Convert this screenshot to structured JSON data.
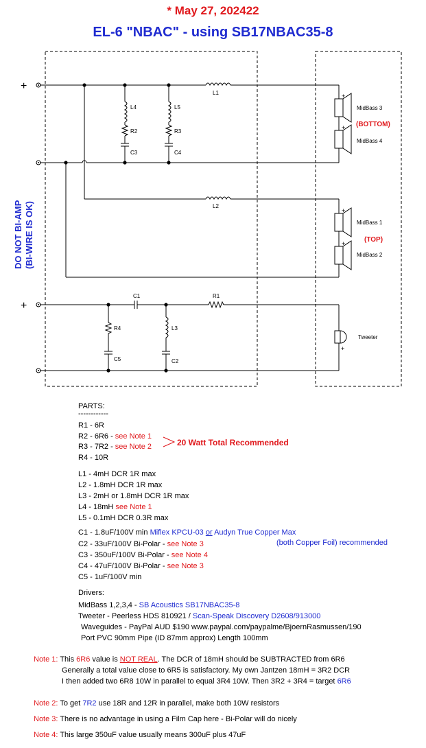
{
  "header": {
    "date": "* May 27, 202422",
    "title": "EL-6 \"NBAC\" - using SB17NBAC35-8"
  },
  "schematic": {
    "plus": "+",
    "side_note_1": "DO NOT BI-AMP",
    "side_note_2": "(BI-WIRE IS OK)",
    "labels": {
      "L1": "L1",
      "L2": "L2",
      "L3": "L3",
      "L4": "L4",
      "L5": "L5",
      "R1": "R1",
      "R2": "R2",
      "R3": "R3",
      "R4": "R4",
      "C1": "C1",
      "C2": "C2",
      "C3": "C3",
      "C4": "C4",
      "C5": "C5"
    },
    "drivers": {
      "midbass3": "MidBass 3",
      "midbass4": "MidBass 4",
      "midbass1": "MidBass 1",
      "midbass2": "MidBass 2",
      "tweeter": "Tweeter",
      "bottom": "(BOTTOM)",
      "top": "(TOP)"
    }
  },
  "parts": {
    "heading": "PARTS:",
    "underline": "------------",
    "r1": "R1 - 6R",
    "r2": "R2 - 6R6 - ",
    "r2_note": "see Note 1",
    "r3": "R3 - 7R2 - ",
    "r3_note": "see Note 2",
    "r4": "R4 - 10R",
    "watt": "20 Watt Total Recommended",
    "l1": "L1 - 4mH DCR 1R max",
    "l2": "L2 - 1.8mH DCR 1R max",
    "l3": "L3 - 2mH or 1.8mH DCR 1R max",
    "l4": "L4 - 18mH ",
    "l4_note": "see Note 1",
    "l5": "L5 - 0.1mH DCR 0.3R max",
    "c1": "C1 - 1.8uF/100V min ",
    "c1_blue_a": "Miflex KPCU-03 ",
    "c1_or": "or",
    "c1_blue_b": " Audyn True Copper Max",
    "c1_line2": "(both Copper Foil) recommended",
    "c2": "C2 - 33uF/100V Bi-Polar - ",
    "c2_note": "see Note 3",
    "c3": "C3 - 350uF/100V Bi-Polar - ",
    "c3_note": "see Note 4",
    "c4": "C4 - 47uF/100V Bi-Polar - ",
    "c4_note": "see Note 3",
    "c5": "C5 - 1uF/100V min"
  },
  "driver_list": {
    "heading": "Drivers:",
    "midbass": "MidBass 1,2,3,4 - ",
    "midbass_model": "SB Acoustics SB17NBAC35-8",
    "tweeter": "Tweeter - Peerless HDS 810921 / ",
    "tweeter_alt": "Scan-Speak Discovery D2608/913000",
    "waveguides": "Waveguides - PayPal AUD $190 www.paypal.com/paypalme/BjoernRasmussen/190",
    "port": "Port PVC 90mm Pipe (ID 87mm approx) Length 100mm"
  },
  "notes": {
    "n1_label": "Note 1:",
    "n1_a": " This ",
    "n1_6r6": "6R6",
    "n1_b": " value is ",
    "n1_notreal": "NOT REAL",
    "n1_c": ". The DCR of 18mH should be SUBTRACTED from 6R6",
    "n1_line2": "Generally a total value close to 6R5 is satisfactory.  My own Jantzen 18mH = 3R2 DCR",
    "n1_line3": "I then added two 6R8 10W in parallel to equal 3R4 10W.  Then 3R2 + 3R4 = target ",
    "n1_target": "6R6",
    "n2_label": "Note 2:",
    "n2_a": " To get ",
    "n2_7r2": "7R2",
    "n2_b": " use 18R and 12R in parallel, make both 10W resistors",
    "n3_label": "Note 3:",
    "n3_text": " There is no advantage in using a Film Cap here - Bi-Polar will do nicely",
    "n4_label": "Note 4:",
    "n4_text": " This large 350uF value usually means 300uF plus 47uF"
  }
}
